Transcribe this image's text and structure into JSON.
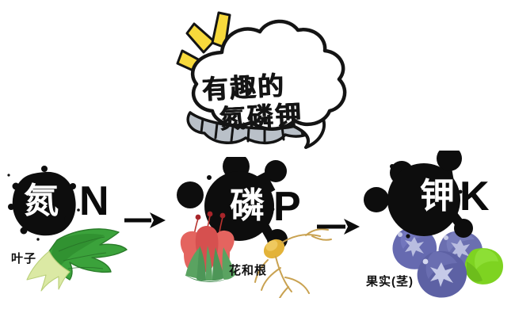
{
  "poster": {
    "title_line1": "有趣的",
    "title_line2": "氮磷钾",
    "background_color": "#ffffff",
    "ink_color": "#111111",
    "spark_color": "#f7d93c"
  },
  "elements": [
    {
      "id": "nitrogen",
      "symbol": "N",
      "cn_char": "氮",
      "caption": "叶子",
      "badge_style": "ink-circle",
      "illustration": "spinach-leaves",
      "illustration_colors": [
        "#3aa63a",
        "#2b8a2b",
        "#d8e8a0"
      ]
    },
    {
      "id": "phosphorus",
      "symbol": "P",
      "cn_char": "磷",
      "caption": "花和根",
      "badge_style": "molecule",
      "illustration": "red-flower-and-sprouting-root",
      "illustration_colors": [
        "#e4645f",
        "#c74a4a",
        "#5aa361",
        "#e3b339"
      ]
    },
    {
      "id": "potassium",
      "symbol": "K",
      "cn_char": "钾",
      "caption": "果实(茎)",
      "badge_style": "molecule",
      "illustration": "blueberries",
      "illustration_colors": [
        "#6b6fb0",
        "#565a9c",
        "#7ed321",
        "#b9bde0"
      ]
    }
  ],
  "arrows": [
    {
      "name": "arrow-n-to-p",
      "glyph": "→"
    },
    {
      "name": "arrow-p-to-k",
      "glyph": "→"
    }
  ]
}
